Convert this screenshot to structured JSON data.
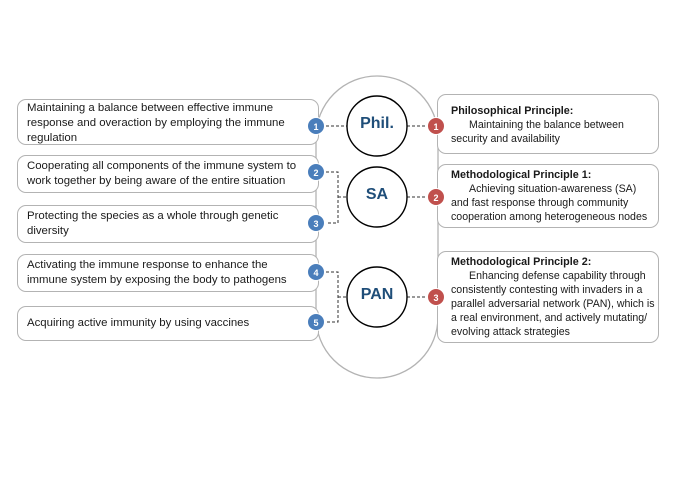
{
  "left_items": [
    {
      "number": "1",
      "text": "Maintaining a balance between effective immune response and overaction by employing the immune regulation"
    },
    {
      "number": "2",
      "text": "Cooperating all components of the immune system to work together by being aware of the entire situation"
    },
    {
      "number": "3",
      "text": "Protecting the species as a whole through genetic diversity"
    },
    {
      "number": "4",
      "text": "Activating the immune response to enhance the immune system by exposing the body to pathogens"
    },
    {
      "number": "5",
      "text": "Acquiring active immunity by using vaccines"
    }
  ],
  "center_nodes": [
    {
      "label": "Phil."
    },
    {
      "label": "SA"
    },
    {
      "label": "PAN"
    }
  ],
  "principles": [
    {
      "number": "1",
      "title": "Philosophical Principle:",
      "text": "Maintaining the balance between security and availability"
    },
    {
      "number": "2",
      "title": "Methodological Principle 1:",
      "text": "Achieving situation-awareness (SA) and fast response through community cooperation among heterogeneous nodes"
    },
    {
      "number": "3",
      "title": "Methodological Principle 2:",
      "text": "Enhancing defense capability through consistently contesting with invaders in a parallel adversarial network (PAN), which is a  real environment, and actively mutating/ evolving attack strategies"
    }
  ],
  "colors": {
    "left_badge": "#4a7ebb",
    "right_badge": "#c0504d",
    "node_text": "#1f4e79",
    "border": "#b3b3b3"
  }
}
